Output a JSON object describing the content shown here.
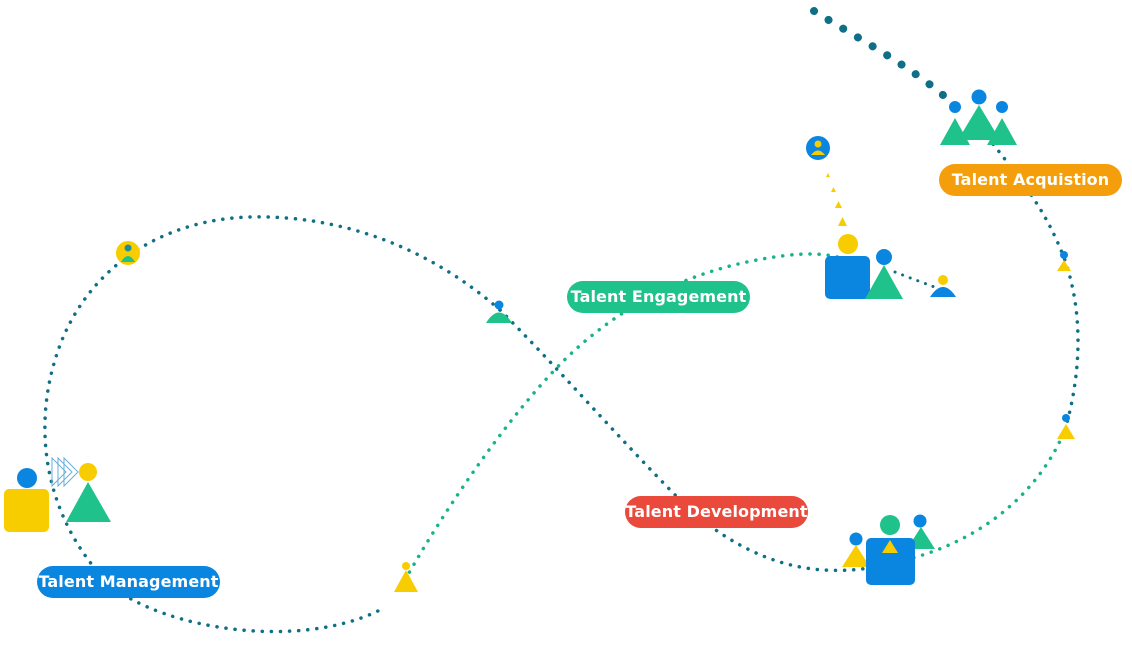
{
  "colors": {
    "teal": "#0b8f9a",
    "green": "#1fc28a",
    "blue": "#0a86e0",
    "yellow": "#f8cd00",
    "orange": "#f59e0b",
    "red": "#ea4a3b",
    "dark_teal": "#0f6f86"
  },
  "labels": {
    "acquisition": "Talent Acquistion",
    "engagement": "Talent Engagement",
    "development": "Talent Development",
    "management": "Talent Management"
  },
  "icons": [
    "people-group-icon",
    "person-badge-icon",
    "person-avatar-icon",
    "person-triangle-icon",
    "play-arrows-icon"
  ]
}
